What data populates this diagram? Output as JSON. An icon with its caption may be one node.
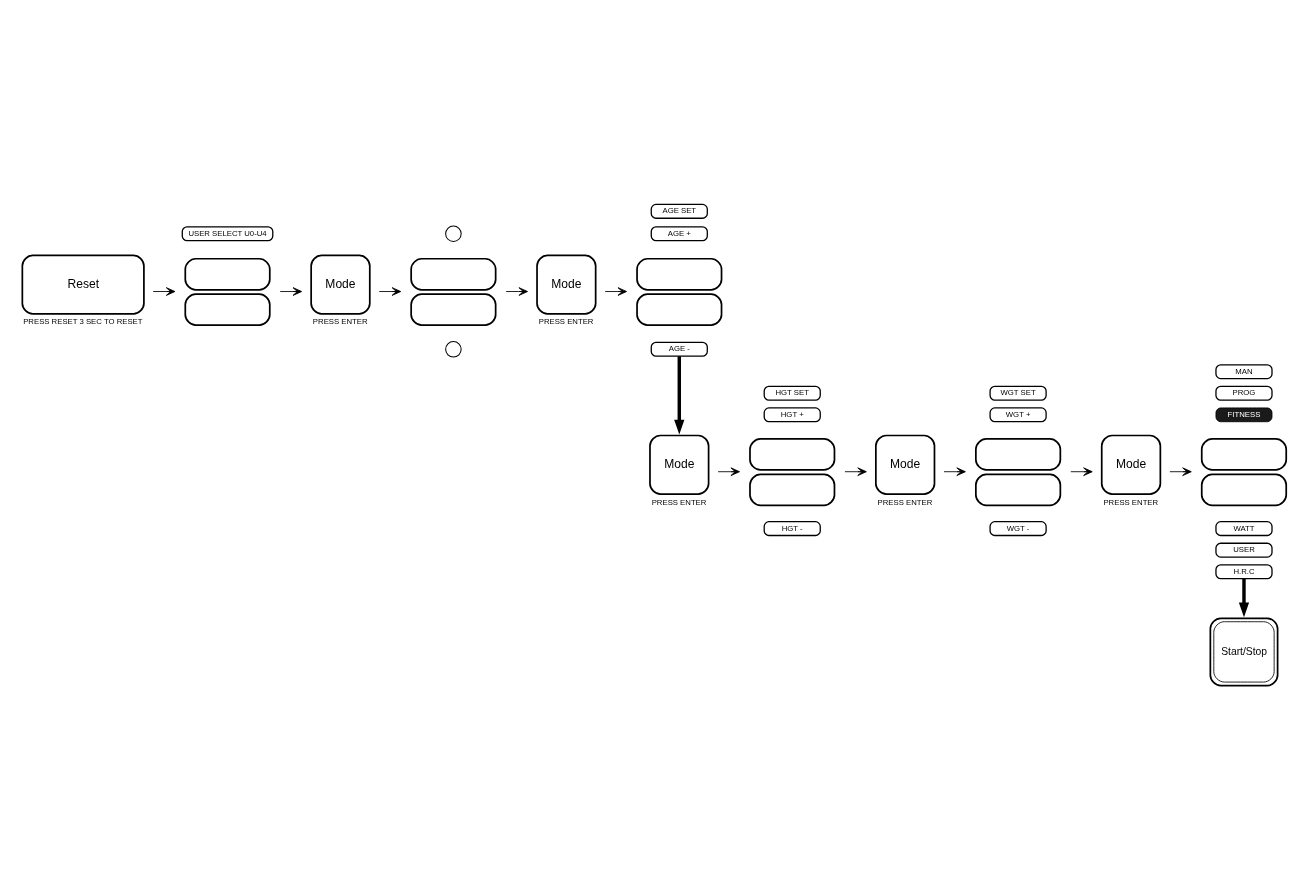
{
  "diagram": {
    "nodes": [
      {
        "text": [
          "Reset"
        ],
        "beside": [
          "PRESS RESET 3 SEC TO RESET"
        ]
      },
      {
        "text": [
          "USER SELECT U0-U4"
        ]
      },
      {
        "text": [],
        "shape": "box"
      },
      {
        "text": [
          "Mode"
        ],
        "beside": [
          "PRESS ENTER"
        ]
      },
      {
        "text": [],
        "shape": "circle"
      },
      {
        "text": [],
        "shape": "box"
      },
      {
        "text": [],
        "shape": "circle"
      },
      {
        "text": [
          "Mode"
        ],
        "beside": [
          "PRESS ENTER"
        ]
      },
      {
        "text": [
          "AGE SET"
        ]
      },
      {
        "text": [
          "AGE +"
        ]
      },
      {
        "text": [],
        "shape": "box"
      },
      {
        "text": [
          "AGE -"
        ]
      },
      {
        "text": [
          "Mode"
        ],
        "beside": [
          "PRESS ENTER"
        ]
      },
      {
        "text": [
          "HGT SET"
        ]
      },
      {
        "text": [
          "HGT +"
        ]
      },
      {
        "text": [],
        "shape": "box"
      },
      {
        "text": [
          "HGT -"
        ]
      },
      {
        "text": [
          "Mode"
        ],
        "beside": [
          "PRESS ENTER"
        ]
      },
      {
        "text": [
          "WGT SET"
        ]
      },
      {
        "text": [
          "WGT +"
        ]
      },
      {
        "text": [],
        "shape": "box"
      },
      {
        "text": [
          "WGT -"
        ]
      },
      {
        "text": [
          "Mode"
        ],
        "beside": [
          "PRESS ENTER"
        ]
      },
      {
        "text": [
          "MAN"
        ]
      },
      {
        "text": [
          "PROG"
        ]
      },
      {
        "text": [
          "FITNESS"
        ]
      },
      {
        "text": [],
        "shape": "box"
      },
      {
        "text": [
          "WATT"
        ]
      },
      {
        "text": [
          "USER"
        ]
      },
      {
        "text": [
          "H.R.C"
        ]
      },
      {
        "text": [
          "Start/Stop"
        ]
      }
    ],
    "edges": [
      {
        "from": 0,
        "to": 2,
        "arrow": "to"
      },
      {
        "from": 2,
        "to": 3,
        "arrow": "to"
      },
      {
        "from": 3,
        "to": 5,
        "arrow": "to"
      },
      {
        "from": 5,
        "to": 7,
        "arrow": "to"
      },
      {
        "from": 7,
        "to": 10,
        "arrow": "to"
      },
      {
        "from": 11,
        "to": 12,
        "arrow": "to",
        "style": "thick"
      },
      {
        "from": 12,
        "to": 15,
        "arrow": "to"
      },
      {
        "from": 15,
        "to": 17,
        "arrow": "to"
      },
      {
        "from": 17,
        "to": 20,
        "arrow": "to"
      },
      {
        "from": 20,
        "to": 22,
        "arrow": "to"
      },
      {
        "from": 22,
        "to": 26,
        "arrow": "to"
      },
      {
        "from": 29,
        "to": 30,
        "arrow": "to",
        "style": "thick"
      }
    ]
  }
}
